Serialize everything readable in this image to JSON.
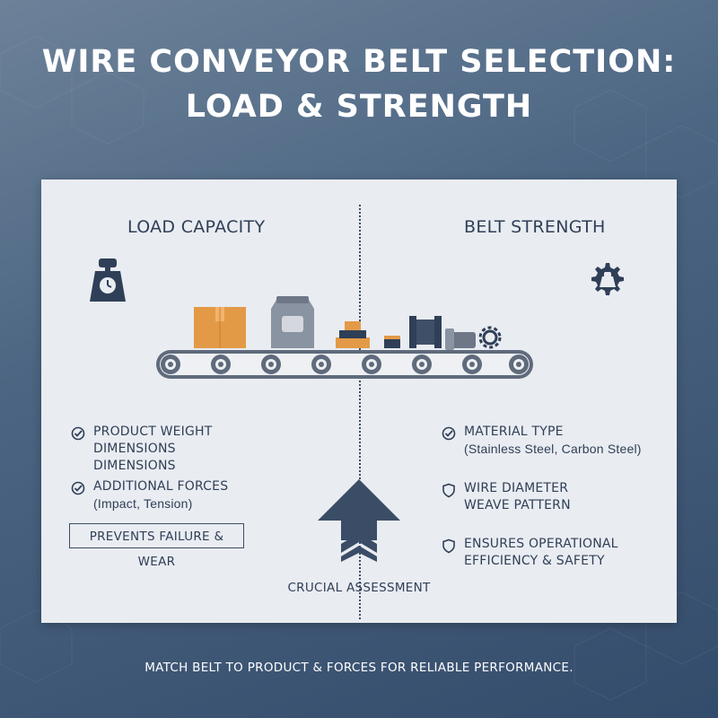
{
  "title": {
    "line1": "WIRE CONVEYOR BELT SELECTION:",
    "line2": "LOAD & STRENGTH"
  },
  "left": {
    "heading": "LOAD CAPACITY",
    "items": [
      {
        "icon": "check-circle-icon",
        "lines": [
          "PRODUCT WEIGHT",
          "DIMENSIONS",
          "DIMENSIONS"
        ]
      },
      {
        "icon": "check-circle-icon",
        "lines": [
          "ADDITIONAL FORCES"
        ],
        "sub": "(Impact, Tension)"
      }
    ],
    "box_label": "PREVENTS FAILURE & WEAR"
  },
  "right": {
    "heading": "BELT STRENGTH",
    "items": [
      {
        "icon": "check-circle-icon",
        "lines": [
          "MATERIAL TYPE"
        ],
        "sub": "(Stainless Steel, Carbon Steel)"
      },
      {
        "icon": "shield-icon",
        "lines": [
          "WIRE DIAMETER",
          "WEAVE PATTERN"
        ]
      },
      {
        "icon": "shield-icon",
        "lines": [
          "ENSURES OPERATIONAL",
          "EFFICIENCY & SAFETY"
        ]
      }
    ]
  },
  "center": {
    "label": "CRUCIAL ASSESSMENT"
  },
  "footer": "MATCH BELT TO PRODUCT & FORCES FOR RELIABLE PERFORMANCE.",
  "colors": {
    "dark": "#2f3f57",
    "orange": "#e39a47",
    "steel": "#8a93a1",
    "card": "#e9ecf1"
  }
}
